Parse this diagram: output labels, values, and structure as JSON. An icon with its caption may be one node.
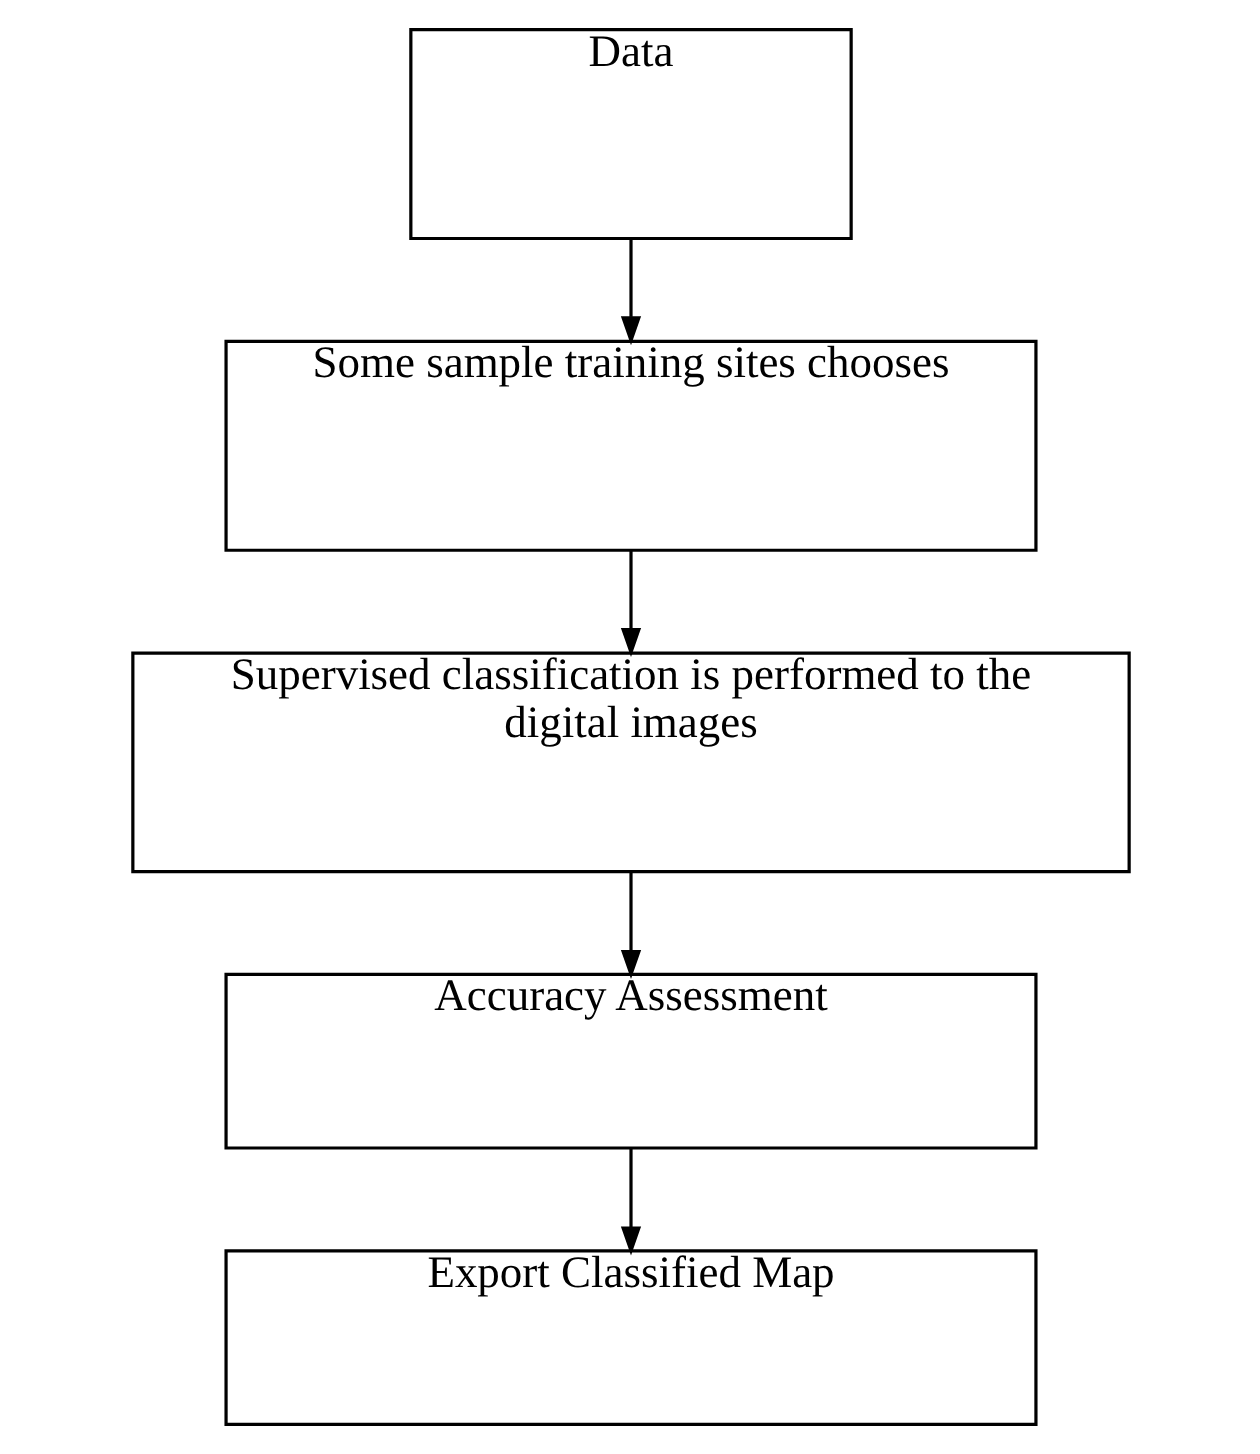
{
  "diagram": {
    "nodes": [
      {
        "text": [
          "Data"
        ]
      },
      {
        "text": [
          "Some sample training sites chooses"
        ]
      },
      {
        "text": [
          "Supervised classification is performed to the digital images"
        ]
      },
      {
        "text": [
          "Accuracy Assessment"
        ]
      },
      {
        "text": [
          "Export Classified Map"
        ]
      }
    ],
    "edges": [
      {
        "from": 0,
        "to": 1,
        "arrow": "to"
      },
      {
        "from": 1,
        "to": 2,
        "arrow": "to"
      },
      {
        "from": 2,
        "to": 3,
        "arrow": "to"
      },
      {
        "from": 3,
        "to": 4,
        "arrow": "to"
      }
    ]
  }
}
